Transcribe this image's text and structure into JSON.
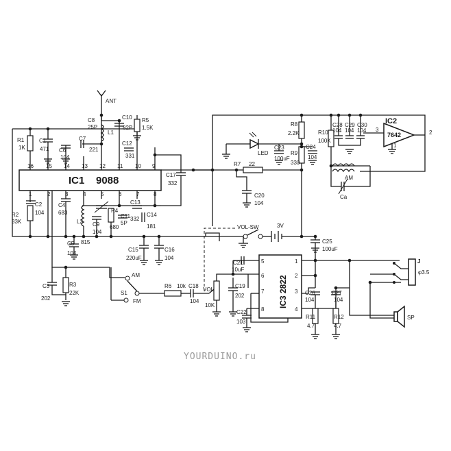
{
  "ic1": {
    "name": "IC1",
    "part": "9088",
    "pins": [
      "16",
      "15",
      "14",
      "13",
      "12",
      "11",
      "10",
      "9",
      "1",
      "2",
      "3",
      "4",
      "5",
      "6",
      "7",
      "8"
    ]
  },
  "ic2": {
    "name": "IC2",
    "part": "7642",
    "pin3": "3",
    "pin2": "2",
    "pin1": "1"
  },
  "ic3": {
    "name": "IC3 2822",
    "pins": [
      "5",
      "6",
      "7",
      "8",
      "1",
      "2",
      "3",
      "4"
    ]
  },
  "antenna": "ANT",
  "switch": {
    "name": "S1",
    "am": "AM",
    "fm": "FM",
    "vol_sw": "VOL-SW",
    "volt": "3V"
  },
  "led": "LED",
  "jack": {
    "ref": "J",
    "size": "φ3.5"
  },
  "speaker": "SP",
  "am_coil": "AM",
  "ca": "Ca",
  "vol": "VOL",
  "r1": {
    "ref": "R1",
    "val": "1K"
  },
  "r2": {
    "ref": "R2",
    "val": "33K"
  },
  "r3": {
    "ref": "R3",
    "val": "22K"
  },
  "r4": {
    "ref": "R4",
    "val": "680"
  },
  "r5": {
    "ref": "R5",
    "val": "1.5K"
  },
  "r6": {
    "ref": "R6",
    "val": "10k"
  },
  "r7": {
    "ref": "R7",
    "val": "22"
  },
  "r8": {
    "ref": "R8",
    "val": "2.2K"
  },
  "r9": {
    "ref": "R9",
    "val": "330"
  },
  "r10": {
    "ref": "R10",
    "val": "100K"
  },
  "r11": {
    "ref": "R11",
    "val": "4.7"
  },
  "r12": {
    "ref": "R12",
    "val": "4.7"
  },
  "pot": "10K",
  "r6_label": "10k",
  "c1": {
    "ref": "C1",
    "val": "471"
  },
  "c2": {
    "ref": "C2",
    "val": "104"
  },
  "c3": {
    "ref": "C3",
    "val": "202"
  },
  "c4": {
    "ref": "C4",
    "val": "683"
  },
  "c5": {
    "ref": "C5",
    "val": "104"
  },
  "c6": {
    "ref": "C6",
    "val": "104"
  },
  "c7": {
    "ref": "C7",
    "val": "221"
  },
  "c8": {
    "ref": "C8",
    "val": "25P"
  },
  "c9": {
    "ref": "C9",
    "val": "104"
  },
  "c10": {
    "ref": "C10",
    "val": "82P"
  },
  "c11": {
    "ref": "C11",
    "val": "5P"
  },
  "c12": {
    "ref": "C12",
    "val": "331"
  },
  "c13": {
    "ref": "C13",
    "val": "332"
  },
  "c14": {
    "ref": "C14",
    "val": "181"
  },
  "c15": {
    "ref": "C15",
    "val": "220uF"
  },
  "c16": {
    "ref": "C16",
    "val": "104"
  },
  "c17": {
    "ref": "C17",
    "val": "332"
  },
  "c18": {
    "ref": "C18",
    "val": "104"
  },
  "c19": {
    "ref": "C19",
    "val": "202"
  },
  "c20": {
    "ref": "C20",
    "val": "104"
  },
  "c21": {
    "ref": "C21",
    "val": "10uF"
  },
  "c22": {
    "ref": "C22",
    "val": "103"
  },
  "c23": {
    "ref": "C23",
    "val": "100uF"
  },
  "c24": {
    "ref": "C24",
    "val": "104"
  },
  "c25": {
    "ref": "C25",
    "val": "100uF"
  },
  "c26": {
    "ref": "C26",
    "val": "104"
  },
  "c27": {
    "ref": "C27",
    "val": "104"
  },
  "c28": {
    "ref": "C28",
    "val": "104"
  },
  "c29": {
    "ref": "C29",
    "val": "104"
  },
  "c30": {
    "ref": "C30",
    "val": "104"
  },
  "l1": "L1",
  "l2": "L2",
  "l815": "815",
  "watermark": "YOURDUINO.ru"
}
